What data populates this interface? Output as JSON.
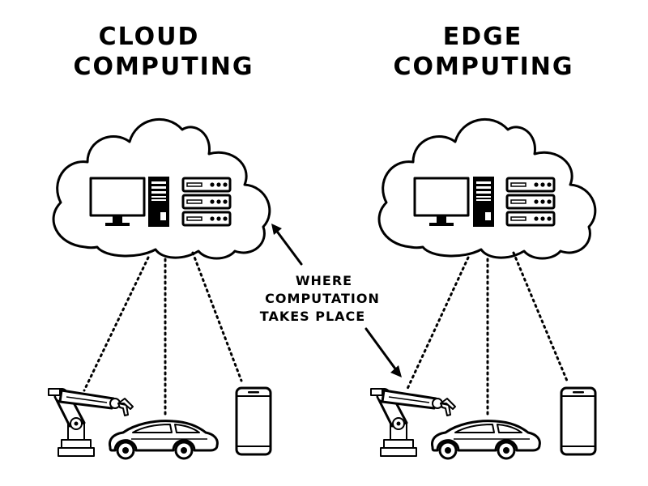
{
  "left_panel": {
    "title_line1": "CLOUD",
    "title_line2": "COMPUTING"
  },
  "right_panel": {
    "title_line1": "EDGE",
    "title_line2": "COMPUTING"
  },
  "annotation": {
    "line1": "WHERE",
    "line2": "COMPUTATION",
    "line3": "TAKES PLACE"
  },
  "icons": {
    "cloud": "cloud-icon",
    "monitor": "monitor-icon",
    "tower": "computer-tower-icon",
    "server": "server-rack-icon",
    "robot_arm": "robot-arm-icon",
    "car": "car-icon",
    "phone": "smartphone-icon"
  }
}
